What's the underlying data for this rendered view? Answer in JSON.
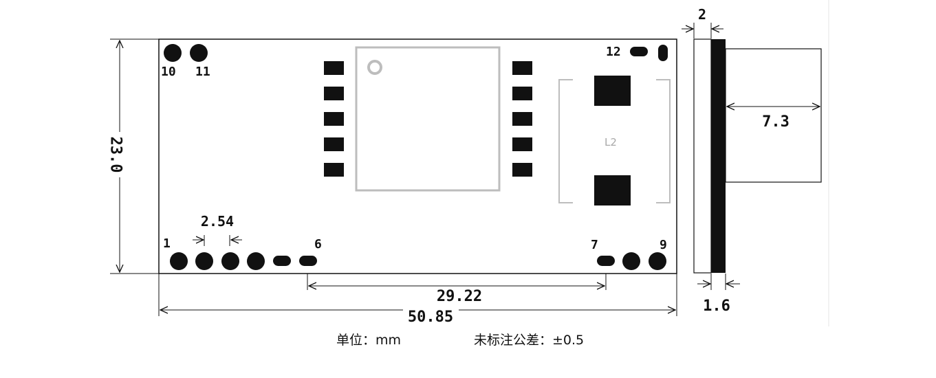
{
  "dimensions": {
    "height": "23.0",
    "width": "50.85",
    "pin_span": "29.22",
    "pin_pitch": "2.54",
    "side_board": "2",
    "side_component": "7.3",
    "thickness": "1.6"
  },
  "pins": {
    "p1": "1",
    "p6": "6",
    "p7": "7",
    "p9": "9",
    "p10": "10",
    "p11": "11",
    "p12": "12"
  },
  "components": {
    "inductor_label": "L2"
  },
  "notes": {
    "unit": "单位：mm",
    "tolerance": "未标注公差：±0.5"
  },
  "colors": {
    "stroke": "#111111",
    "chip_outline": "#bdbdbd",
    "inductor_label": "#a8a8a8",
    "side_divider": "#e6e6e6"
  }
}
